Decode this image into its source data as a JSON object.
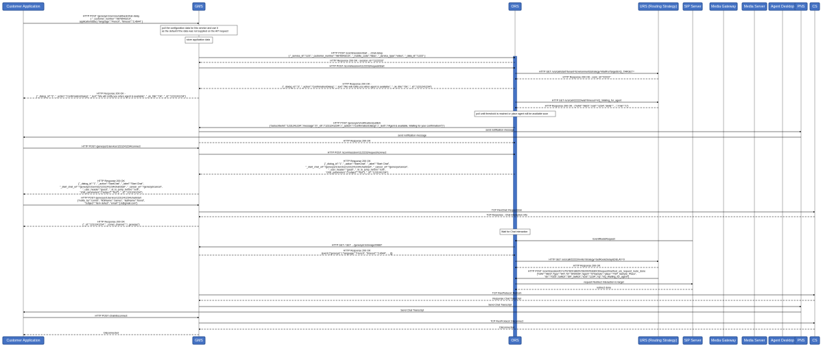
{
  "participants": [
    {
      "id": "customer",
      "label": "Customer Application"
    },
    {
      "id": "gms",
      "label": "GMS"
    },
    {
      "id": "ors",
      "label": "ORS"
    },
    {
      "id": "urs",
      "label": "URS (Routing Strategy)"
    },
    {
      "id": "sip",
      "label": "SIP Server"
    },
    {
      "id": "mediagw",
      "label": "Media Gateway"
    },
    {
      "id": "mediasrv",
      "label": "Media Server"
    },
    {
      "id": "agent",
      "label": "Agent Desktop"
    },
    {
      "id": "pns",
      "label": "PNS"
    },
    {
      "id": "cs",
      "label": "CS"
    }
  ],
  "messages": [
    {
      "from": "customer",
      "to": "gms",
      "dashed": false,
      "lines": [
        "HTTP POST /genesys/1/service/callback/chat-delay",
        "{ \"_customer_number\":\"9876543210\",",
        "applicationdata:{ \"language\":\"French\", \"timeout\":\"2,4644\" }"
      ]
    },
    {
      "from": "gms",
      "to": "ors",
      "dashed": false,
      "lines": [
        "HTTP POST /scxml/session/start ... /chat-delay",
        "{ \"_service_id\":\"123\",\"_customer_number\":\"9876543210\", \"_mobile_code\":\"false\", \"_service_type\":\"video\", \"_data_id\":\"1222\" }"
      ]
    },
    {
      "from": "ors",
      "to": "gms",
      "dashed": true,
      "lines": [
        "HTTP Response 200 OK - session_id=\"1122233\""
      ]
    },
    {
      "from": "gms",
      "to": "ors",
      "dashed": false,
      "lines": [
        "HTTP POST /scxml/session/1122233/request/start"
      ]
    },
    {
      "from": "ors",
      "to": "urs",
      "dashed": false,
      "lines": [
        "HTTP GET /urs/call/start?tenant=Environment&strategy=WaitForTarget&VQ_TARGET="
      ]
    },
    {
      "from": "urs",
      "to": "ors",
      "dashed": true,
      "lines": [
        "HTTP Response 200 OK - conn_id=\"22222\""
      ]
    },
    {
      "from": "ors",
      "to": "gms",
      "dashed": true,
      "lines": [
        "HTTP Response 200 OK -",
        "{\"_dialog_id\":\"3\", \"_action\":\"ConfirmationDialog\", \"_text\":\"We will notify you when agent is available\", \"_ok_title\":\"Ok\", \"_id\":\"1231241234\"}"
      ]
    },
    {
      "from": "gms",
      "to": "customer",
      "dashed": true,
      "lines": [
        "HTTP Response 200 OK -",
        "{\"_dialog_id\":\"3\", \"_action\":\"ConfirmationDialog\", \"_text\":\"We will notify you when agent is available\", \"_ok_title\":\"Ok\", \"_id\":\"1231241234\"}"
      ]
    },
    {
      "from": "ors",
      "to": "urs",
      "dashed": false,
      "lines": [
        "HTTP GET /urs/call/22222/wait?timeout=VQ_Waiting_for_agent"
      ]
    },
    {
      "from": "urs",
      "to": "ors",
      "dashed": true,
      "lines": [
        "HTTP Response 200 OK - {\"refid\":\"9823\",\"vcid\":\"1234\",\"skills\":\"...\",\"rmin\":\"1\"}"
      ]
    },
    {
      "from": "ors",
      "to": "gms",
      "dashed": false,
      "lines": [
        "HTTP POST /genesys/1/notification/publish",
        "{\"subscriberId\":\"1231241234\",\"message\":\"{\\\"_id\\\":\\\"1231241234\\\",\\\"_action\\\":\\\"ConfirmationDialog\\\",\\\"_text\\\":\\\"Agent is available. Waiting for your confirmation\\\"}\"}"
      ]
    },
    {
      "from": "gms",
      "to": "pns",
      "dashed": false,
      "lines": [
        "send notification message"
      ]
    },
    {
      "from": "pns",
      "to": "customer",
      "dashed": false,
      "lines": [
        "send notification message"
      ]
    },
    {
      "from": "gms",
      "to": "ors",
      "dashed": true,
      "lines": [
        "HTTP Response 200 OK"
      ]
    },
    {
      "from": "customer",
      "to": "gms",
      "dashed": false,
      "lines": [
        "HTTP POST /genesys/1/service/1231241234/connect"
      ]
    },
    {
      "from": "gms",
      "to": "ors",
      "dashed": false,
      "lines": [
        "HTTP POST /scxml/session/1122233/request/connect"
      ]
    },
    {
      "from": "ors",
      "to": "gms",
      "dashed": true,
      "lines": [
        "HTTP Response 200 OK",
        "{\"_dialog_id\":\"1\", \"_action\":\"StartChat\", \"_label\":\"Start Chat\",",
        "\"_start_chat_url\":\"/genesys/1/service/1231241234/chat/start\", \"_cancel_url\":\"/genesys/cancel\",",
        "\"_user_header\":\"guest\", \"_id_to_jump_before\":\"exit\",",
        "\"chat_parameters\":{\"subject\":\"Test\"}, \"_id\":\"1231241234\"}"
      ]
    },
    {
      "from": "gms",
      "to": "customer",
      "dashed": true,
      "lines": [
        "HTTP Response 200 OK",
        "{\"_dialog_id\":\"1\", \"_action\":\"StartChat\", \"_label\":\"Start Chat\",",
        "\"_start_chat_url\":\"/genesys/1/service/1231241234/chat/start\", \"_cancel_url\":\"/genesys/cancel\",",
        "\"_user_header\":\"guest\", \"_id_to_jump_before\":\"exit\",",
        "\"chat_parameters\":{\"subject\":\"Test\"}, \"_id\":\"1231241234\"}"
      ]
    },
    {
      "from": "customer",
      "to": "gms",
      "dashed": false,
      "lines": [
        "HTTP POST /genesys/1/service/1231241234/chat/start",
        "{\"notify_by\":\"comet\", \"firstName\":\"James\", \"lastName\":\"Bond\",",
        "\"subject\":\"Item defect\", \"email\":\"j.b@gmail.com\"}"
      ]
    },
    {
      "from": "gms",
      "to": "cs",
      "dashed": false,
      "lines": [
        "TCP FlexChat::RequestJoin"
      ]
    },
    {
      "from": "cs",
      "to": "gms",
      "dashed": true,
      "lines": [
        "TCP Response - Chat interaction info"
      ]
    },
    {
      "from": "gms",
      "to": "customer",
      "dashed": true,
      "lines": [
        "HTTP Response 200 OK",
        "{\"_id\":\"1231241234\",\"_comet_channel\":\"/_genesys\"}"
      ]
    },
    {
      "from": "sip",
      "to": "ors",
      "dashed": false,
      "lines": [
        "EventRouteRequest"
      ]
    },
    {
      "from": "ors",
      "to": "gms",
      "dashed": false,
      "lines": [
        "HTTP GET / GET .../genesys/1/storage/09887"
      ]
    },
    {
      "from": "gms",
      "to": "ors",
      "dashed": true,
      "lines": [
        "HTTP Response 200 OK",
        "{event:{\"genesys\":{ \"language\":\"French\", \"timeout\":\"2,4644\", ... }}}"
      ]
    },
    {
      "from": "ors",
      "to": "urs",
      "dashed": false,
      "lines": [
        "HTTP GET /urs/call/22222/invite?strategy=SetRouteDelay&DELAY=0"
      ]
    },
    {
      "from": "urs",
      "to": "ors",
      "dashed": true,
      "lines": [
        "HTTP Response 200 OK"
      ]
    },
    {
      "from": "urs",
      "to": "ors",
      "dashed": false,
      "lines": [
        "HTTP POST /scxml/session/ID=UTE78201862F/OE0097EE80C6/request/method_urs_request_route_done",
        "{\"refid\":\"9823\",\"type\":\"DN\",\"id\":\"DN0935\",\"agent\":\"97Sample\",\"place\":\"TSP_Sample_Place\",",
        "\"dn\":\"7025\",\"switch\":\"SIP_Switch\",\"vcid\":\"1234\",\"vq\":\"VQ_Waiting_for_agent\"}"
      ]
    },
    {
      "from": "ors",
      "to": "sip",
      "dashed": false,
      "lines": [
        "request Redirect Interaction to target"
      ]
    },
    {
      "from": "sip",
      "to": "ors",
      "dashed": true,
      "lines": [
        "redirect done"
      ]
    },
    {
      "from": "gms",
      "to": "cs",
      "dashed": false,
      "lines": [
        "TCP FlexProtocol::Refresh"
      ]
    },
    {
      "from": "cs",
      "to": "gms",
      "dashed": true,
      "lines": [
        "Response Chat Transcript"
      ]
    },
    {
      "from": "gms",
      "to": "pns",
      "dashed": false,
      "lines": [
        "Send Chat Transcript"
      ]
    },
    {
      "from": "pns",
      "to": "customer",
      "dashed": false,
      "lines": [
        "Send Chat Transcript"
      ]
    },
    {
      "from": "customer",
      "to": "gms",
      "dashed": false,
      "lines": [
        "HTTP POST /chat/disconnect"
      ]
    },
    {
      "from": "gms",
      "to": "cs",
      "dashed": false,
      "lines": [
        "TCP FlexProtocol::Disconnect"
      ]
    },
    {
      "from": "cs",
      "to": "gms",
      "dashed": true,
      "lines": [
        "Disconnected"
      ]
    },
    {
      "from": "gms",
      "to": "customer",
      "dashed": true,
      "lines": [
        "Disconnected"
      ]
    }
  ],
  "notes": [
    {
      "over": "gms",
      "lines": [
        "pull the configuration data for this service and use it",
        "as the default if the data was not supplied on the API request"
      ]
    },
    {
      "over": "gms",
      "lines": [
        "store application data"
      ]
    },
    {
      "over": "ors",
      "lines": [
        "poll until threshold is reached or place agent will be available soon"
      ]
    },
    {
      "over": "ors",
      "lines": [
        "Wait for Chat interaction"
      ]
    }
  ]
}
